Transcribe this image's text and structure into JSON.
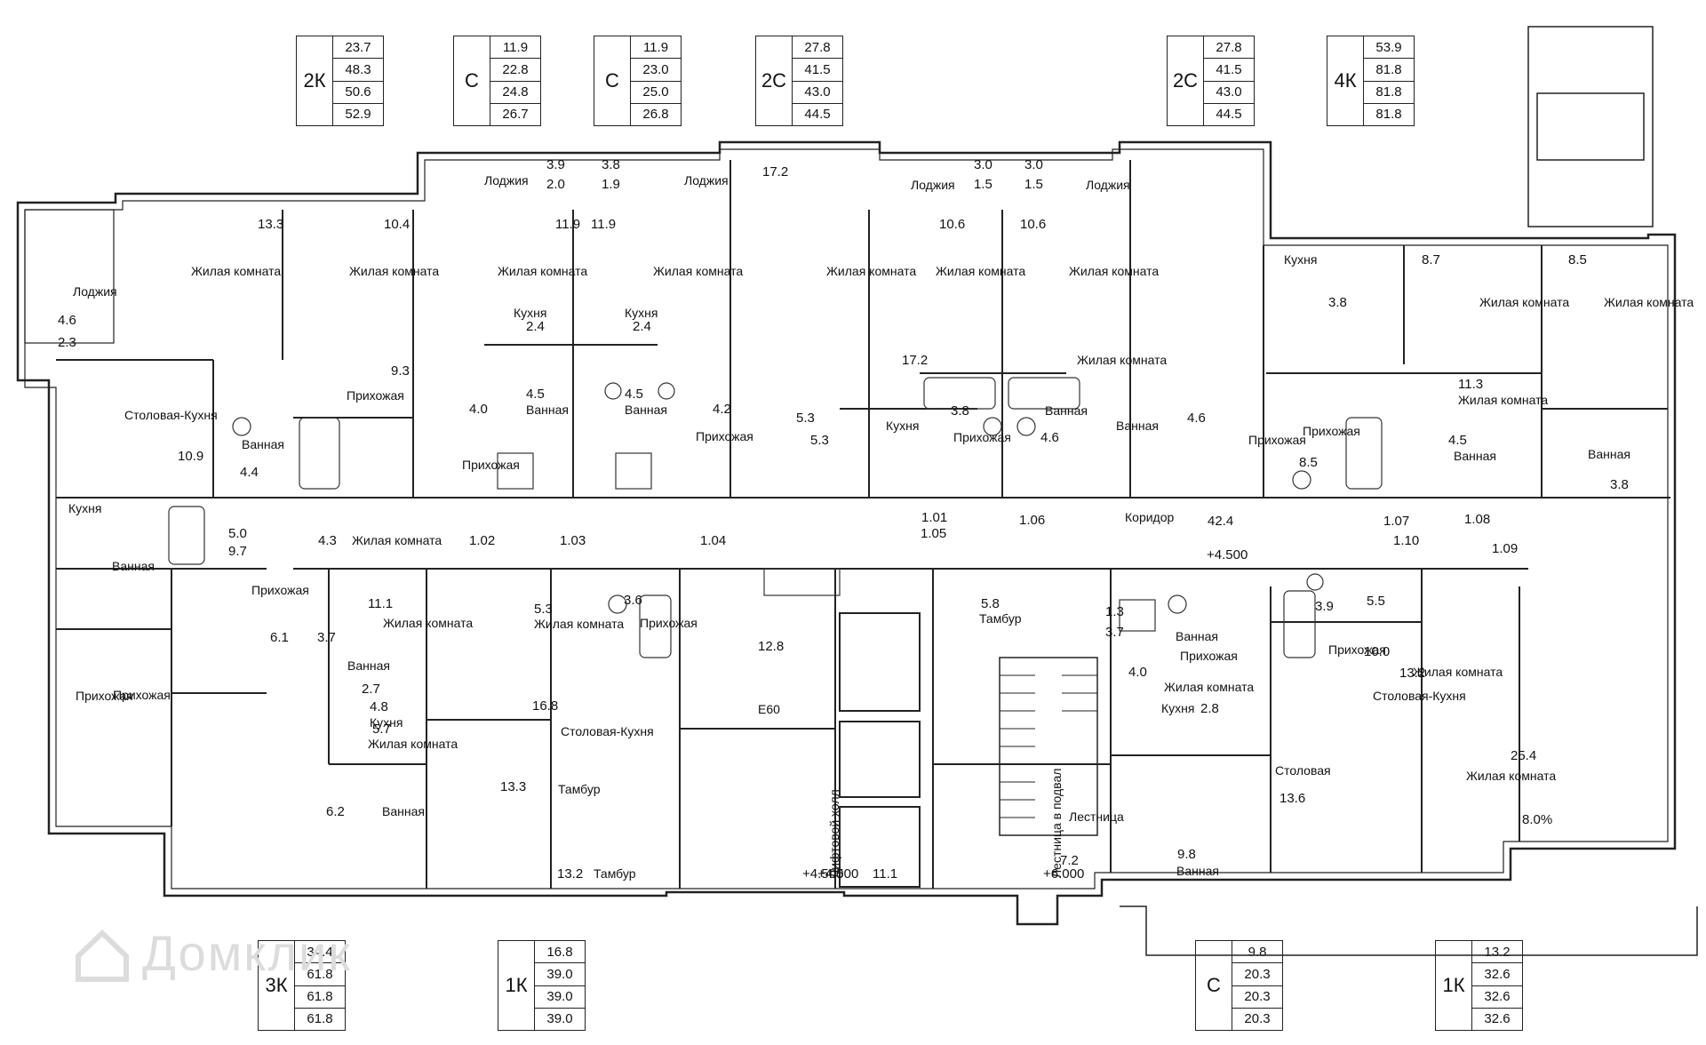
{
  "watermark": "Домклик",
  "apartments": [
    {
      "type": "2К",
      "areas": [
        "23.7",
        "48.3",
        "50.6",
        "52.9"
      ]
    },
    {
      "type": "С",
      "areas": [
        "11.9",
        "22.8",
        "24.8",
        "26.7"
      ]
    },
    {
      "type": "С",
      "areas": [
        "11.9",
        "23.0",
        "25.0",
        "26.8"
      ]
    },
    {
      "type": "2С",
      "areas": [
        "27.8",
        "41.5",
        "43.0",
        "44.5"
      ]
    },
    {
      "type": "2С",
      "areas": [
        "27.8",
        "41.5",
        "43.0",
        "44.5"
      ]
    },
    {
      "type": "4К",
      "areas": [
        "53.9",
        "81.8",
        "81.8",
        "81.8"
      ]
    },
    {
      "type": "3К",
      "areas": [
        "34.4",
        "61.8",
        "61.8",
        "61.8"
      ]
    },
    {
      "type": "1К",
      "areas": [
        "16.8",
        "39.0",
        "39.0",
        "39.0"
      ]
    },
    {
      "type": "С",
      "areas": [
        "9.8",
        "20.3",
        "20.3",
        "20.3"
      ]
    },
    {
      "type": "1К",
      "areas": [
        "13.2",
        "32.6",
        "32.6",
        "32.6"
      ]
    }
  ],
  "labels": [
    {
      "t": "Лоджия"
    },
    {
      "t": "4.6"
    },
    {
      "t": "2.3"
    },
    {
      "t": "13.3"
    },
    {
      "t": "Жилая комната"
    },
    {
      "t": "10.4"
    },
    {
      "t": "Жилая комната"
    },
    {
      "t": "9.3"
    },
    {
      "t": "Прихожая"
    },
    {
      "t": "Столовая-Кухня"
    },
    {
      "t": "10.9"
    },
    {
      "t": "Ванная"
    },
    {
      "t": "4.4"
    },
    {
      "t": "Лоджия"
    },
    {
      "t": "3.9"
    },
    {
      "t": "2.0"
    },
    {
      "t": "3.8"
    },
    {
      "t": "1.9"
    },
    {
      "t": "Лоджия"
    },
    {
      "t": "11.9"
    },
    {
      "t": "Жилая комната"
    },
    {
      "t": "11.9"
    },
    {
      "t": "Жилая комната"
    },
    {
      "t": "Кухня"
    },
    {
      "t": "2.4"
    },
    {
      "t": "Кухня"
    },
    {
      "t": "2.4"
    },
    {
      "t": "4.0"
    },
    {
      "t": "4.5"
    },
    {
      "t": "Ванная"
    },
    {
      "t": "4.5"
    },
    {
      "t": "Ванная"
    },
    {
      "t": "4.2"
    },
    {
      "t": "Прихожая"
    },
    {
      "t": "Прихожая"
    },
    {
      "t": "17.2"
    },
    {
      "t": "Жилая комната"
    },
    {
      "t": "Лоджия"
    },
    {
      "t": "3.0"
    },
    {
      "t": "1.5"
    },
    {
      "t": "3.0"
    },
    {
      "t": "1.5"
    },
    {
      "t": "Лоджия"
    },
    {
      "t": "10.6"
    },
    {
      "t": "Жилая комната"
    },
    {
      "t": "10.6"
    },
    {
      "t": "Жилая комната"
    },
    {
      "t": "17.2"
    },
    {
      "t": "Жилая комната"
    },
    {
      "t": "5.3"
    },
    {
      "t": "5.3"
    },
    {
      "t": "Кухня"
    },
    {
      "t": "3.8"
    },
    {
      "t": "Прихожая"
    },
    {
      "t": "Ванная"
    },
    {
      "t": "4.6"
    },
    {
      "t": "Ванная"
    },
    {
      "t": "4.6"
    },
    {
      "t": "Прихожая"
    },
    {
      "t": "Кухня"
    },
    {
      "t": "3.8"
    },
    {
      "t": "8.7"
    },
    {
      "t": "Жилая комната"
    },
    {
      "t": "8.5"
    },
    {
      "t": "Жилая комната"
    },
    {
      "t": "11.3"
    },
    {
      "t": "Жилая комната"
    },
    {
      "t": "Прихожая"
    },
    {
      "t": "8.5"
    },
    {
      "t": "4.5"
    },
    {
      "t": "Ванная"
    },
    {
      "t": "Ванная"
    },
    {
      "t": "3.8"
    },
    {
      "t": "Кухня"
    },
    {
      "t": "5.0"
    },
    {
      "t": "9.7"
    },
    {
      "t": "Ванная"
    },
    {
      "t": "4.3"
    },
    {
      "t": "Жилая комната"
    },
    {
      "t": "1.02"
    },
    {
      "t": "1.03"
    },
    {
      "t": "1.04"
    },
    {
      "t": "1.01"
    },
    {
      "t": "1.05"
    },
    {
      "t": "1.06"
    },
    {
      "t": "Коридор"
    },
    {
      "t": "42.4"
    },
    {
      "t": "+4.500"
    },
    {
      "t": "1.07"
    },
    {
      "t": "1.10"
    },
    {
      "t": "1.08"
    },
    {
      "t": "1.09"
    },
    {
      "t": "Прихожая"
    },
    {
      "t": "6.1"
    },
    {
      "t": "3.7"
    },
    {
      "t": "Прихожая"
    },
    {
      "t": "Прихожая"
    },
    {
      "t": "11.1"
    },
    {
      "t": "Жилая комната"
    },
    {
      "t": "Ванная"
    },
    {
      "t": "2.7"
    },
    {
      "t": "4.8"
    },
    {
      "t": "Кухня"
    },
    {
      "t": "5.7"
    },
    {
      "t": "Жилая комната"
    },
    {
      "t": "Столовая"
    },
    {
      "t": "13.6"
    },
    {
      "t": "6.2"
    },
    {
      "t": "Ванная"
    },
    {
      "t": "3.6"
    },
    {
      "t": "Прихожая"
    },
    {
      "t": "5.3"
    },
    {
      "t": "Жилая комната"
    },
    {
      "t": "16.8"
    },
    {
      "t": "Столовая-Кухня"
    },
    {
      "t": "13.3"
    },
    {
      "t": "Тамбур"
    },
    {
      "t": "13.2"
    },
    {
      "t": "Тамбур"
    },
    {
      "t": "12.8"
    },
    {
      "t": "Е60"
    },
    {
      "t": "Лифтовой холл"
    },
    {
      "t": "11.1"
    },
    {
      "t": "Лестница"
    },
    {
      "t": "+6.000"
    },
    {
      "t": "7.2"
    },
    {
      "t": "Лестница в подвал"
    },
    {
      "t": "+4.500"
    },
    {
      "t": "+4.500"
    },
    {
      "t": "5.8"
    },
    {
      "t": "Тамбур"
    },
    {
      "t": "1.3"
    },
    {
      "t": "3.7"
    },
    {
      "t": "Ванная"
    },
    {
      "t": "Прихожая"
    },
    {
      "t": "4.0"
    },
    {
      "t": "Кухня"
    },
    {
      "t": "2.8"
    },
    {
      "t": "Жилая комната"
    },
    {
      "t": "9.8"
    },
    {
      "t": "Ванная"
    },
    {
      "t": "3.9"
    },
    {
      "t": "Прихожая"
    },
    {
      "t": "5.5"
    },
    {
      "t": "Столовая-Кухня"
    },
    {
      "t": "10.0"
    },
    {
      "t": "Жилая комната"
    },
    {
      "t": "13.2"
    },
    {
      "t": "Жилая комната"
    },
    {
      "t": "25.4"
    },
    {
      "t": "8.0%"
    }
  ]
}
